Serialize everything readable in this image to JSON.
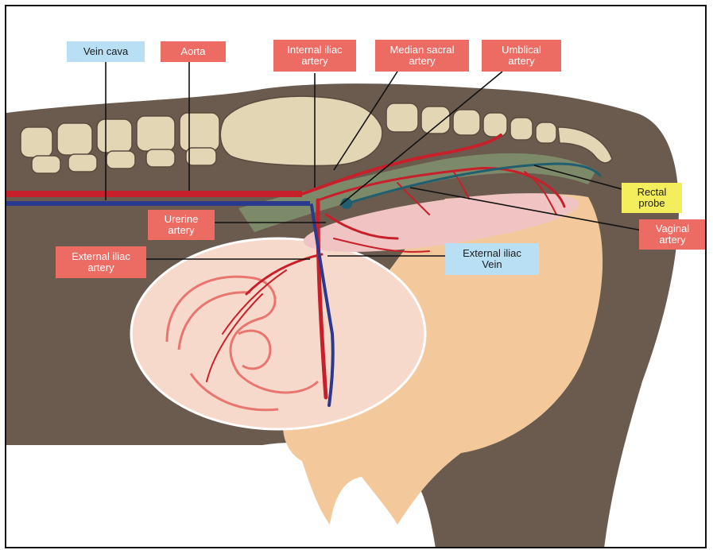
{
  "diagram": {
    "labels": {
      "vein_cava": "Vein cava",
      "aorta": "Aorta",
      "internal_iliac": "Internal iliac\nartery",
      "median_sacral": "Median sacral\nartery",
      "umbilical": "Umblical\nartery",
      "rectal_probe": "Rectal\nprobe",
      "vaginal": "Vaginal\nartery",
      "uterine": "Urerine\nartery",
      "external_iliac_artery": "External iliac\nartery",
      "external_iliac_vein": "External iliac\nVein"
    },
    "colors": {
      "body": "#6b5a4e",
      "spine": "#e3d6b4",
      "artery": "#c8202a",
      "vein": "#2b3a8c",
      "rectum": "#7d8a6a",
      "uterus": "#f7d9cc",
      "udder": "#f3c99c",
      "label_red": "#ec6c64",
      "label_blue": "#b9dff4",
      "label_yellow": "#f5ee5c"
    }
  }
}
